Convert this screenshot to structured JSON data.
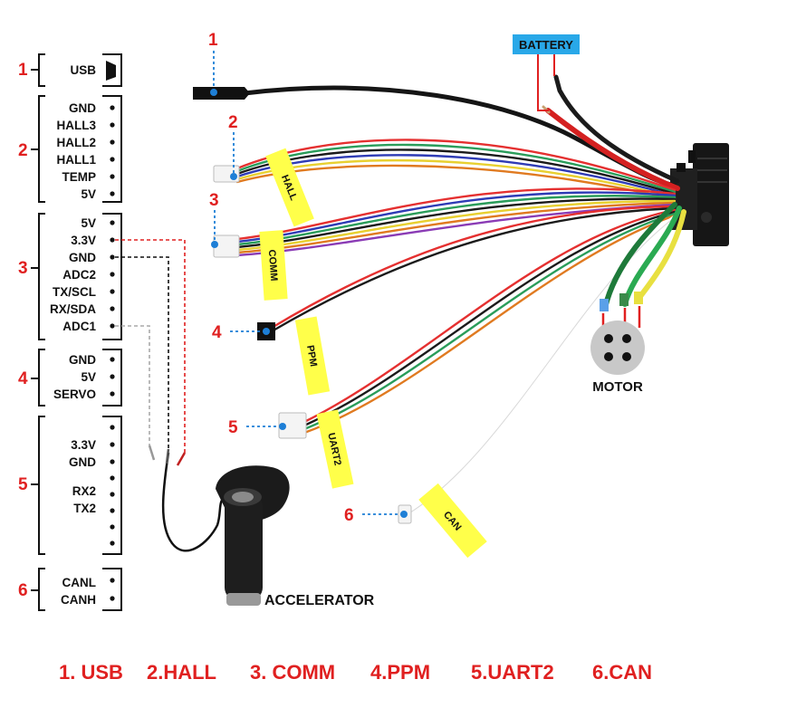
{
  "connectors": [
    {
      "id": "1",
      "pins": [
        "USB"
      ]
    },
    {
      "id": "2",
      "pins": [
        "GND",
        "HALL3",
        "HALL2",
        "HALL1",
        "TEMP",
        "5V"
      ]
    },
    {
      "id": "3",
      "pins": [
        "5V",
        "3.3V",
        "GND",
        "ADC2",
        "TX/SCL",
        "RX/SDA",
        "ADC1"
      ]
    },
    {
      "id": "4",
      "pins": [
        "GND",
        "5V",
        "SERVO"
      ]
    },
    {
      "id": "5",
      "pins": [
        "3.3V",
        "GND",
        "RX2",
        "TX2"
      ]
    },
    {
      "id": "6",
      "pins": [
        "CANL",
        "CANH"
      ]
    }
  ],
  "callouts": [
    "1",
    "2",
    "3",
    "4",
    "5",
    "6"
  ],
  "tags": {
    "hall": "HALL",
    "comm": "COMM",
    "ppm": "PPM",
    "uart2": "UART2",
    "can": "CAN"
  },
  "battery_label": "BATTERY",
  "motor_label": "MOTOR",
  "accelerator_label": "ACCELERATOR",
  "legend": [
    "1. USB",
    "2.HALL",
    "3. COMM",
    "4.PPM",
    "5.UART2",
    "6.CAN"
  ],
  "colors": {
    "callout": "#e02020",
    "tag": "#ffff4a",
    "battery_box": "#29a8e8",
    "marker": "#1e7fd6"
  }
}
